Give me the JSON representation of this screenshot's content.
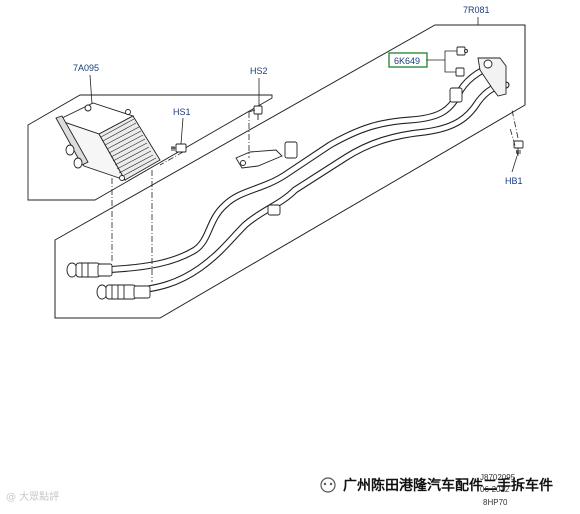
{
  "callouts": {
    "oil_cooler": "7A095",
    "screw_cooler": "HS1",
    "screw_bracket": "HS2",
    "tube_assembly": "7R081",
    "clip": "6K649",
    "bolt": "HB1"
  },
  "footer": {
    "ref_code": "J8702095",
    "date": "06-2012",
    "model": "8HP70"
  },
  "watermarks": {
    "left": "@ 大眾點評",
    "right": "广州陈田港隆汽车配件二手拆车件"
  },
  "colors": {
    "line": "#222222",
    "callout_text": "#1a3d7c",
    "highlight_box": "#2e8b3a"
  }
}
